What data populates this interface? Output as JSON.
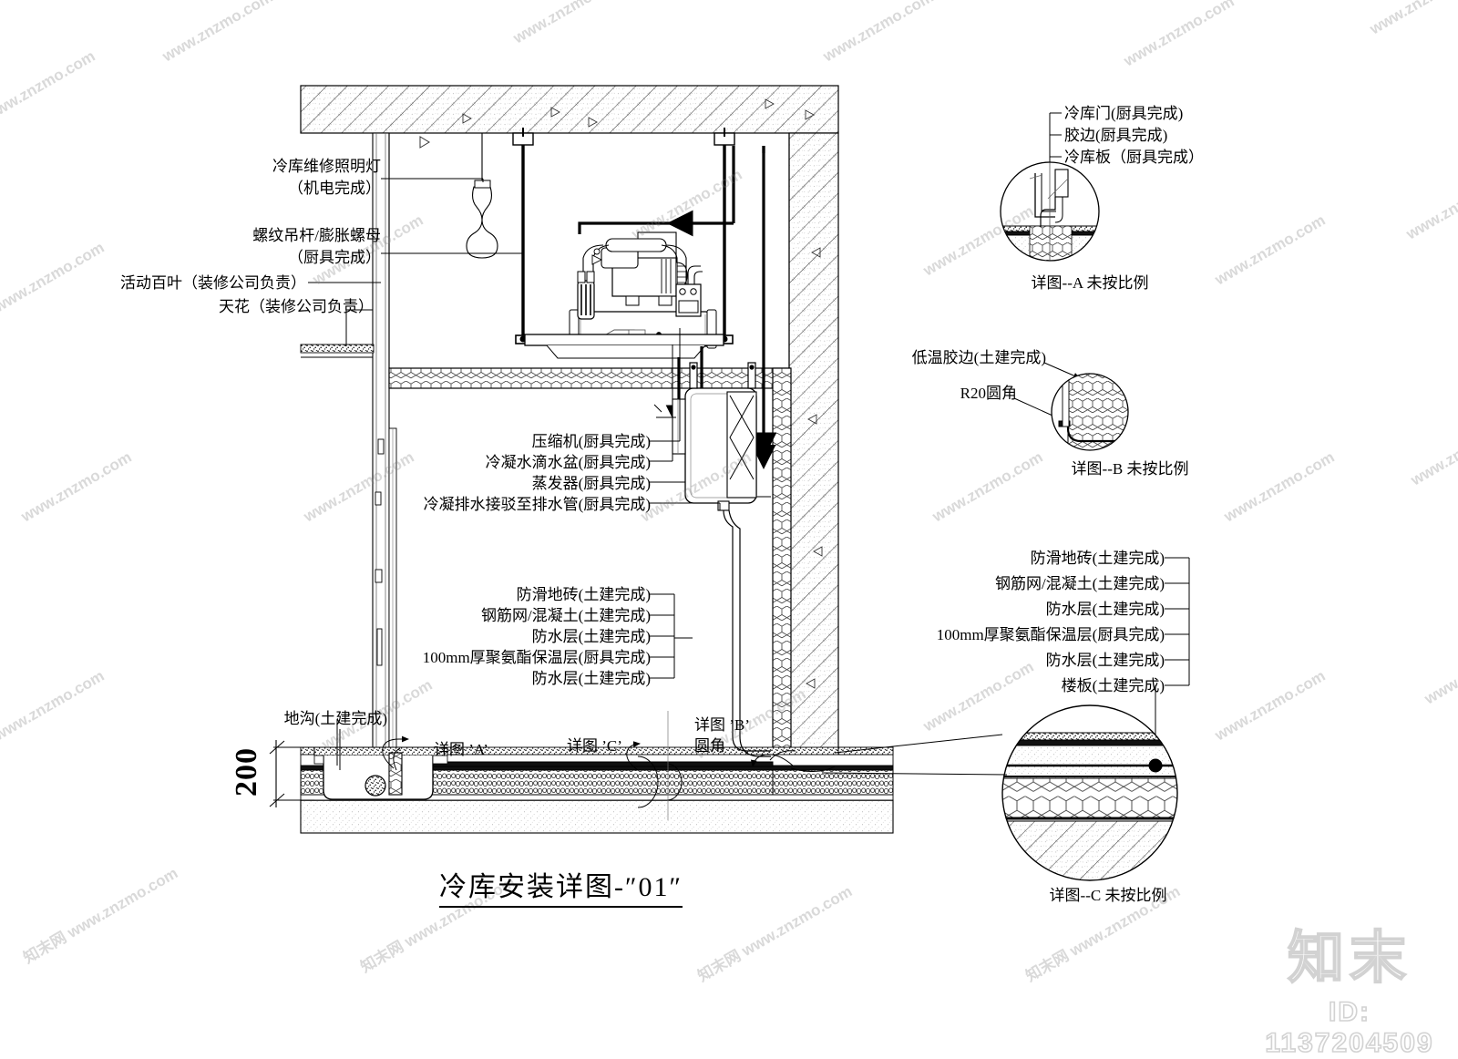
{
  "drawing": {
    "title": "冷库安装详图-″01″",
    "dimension_200": "200"
  },
  "left_labels": [
    {
      "id": "maintenance-light",
      "lines": [
        "冷库维修照明灯",
        "（机电完成）"
      ]
    },
    {
      "id": "threaded-rod",
      "lines": [
        "螺纹吊杆/膨胀螺母",
        "（厨具完成）"
      ]
    },
    {
      "id": "louver",
      "lines": [
        "活动百叶（装修公司负责）"
      ]
    },
    {
      "id": "ceiling",
      "lines": [
        "天花（装修公司负责）"
      ]
    },
    {
      "id": "floor-trench",
      "lines": [
        "地沟(土建完成)"
      ]
    }
  ],
  "equipment_labels": [
    {
      "id": "compressor",
      "text": "压缩机(厨具完成)"
    },
    {
      "id": "condensate-pan",
      "text": "冷凝水滴水盆(厨具完成)"
    },
    {
      "id": "evaporator",
      "text": "蒸发器(厨具完成)"
    },
    {
      "id": "condensate-drain",
      "text": "冷凝排水接驳至排水管(厨具完成)"
    }
  ],
  "floor_labels_left": [
    {
      "id": "anti-slip-tile",
      "text": "防滑地砖(土建完成)"
    },
    {
      "id": "rebar-concrete",
      "text": "钢筋网/混凝土(土建完成)"
    },
    {
      "id": "waterproof-upper",
      "text": "防水层(土建完成)"
    },
    {
      "id": "pu-insulation",
      "text": "100mm厚聚氨酯保温层(厨具完成)"
    },
    {
      "id": "waterproof-lower",
      "text": "防水层(土建完成)"
    }
  ],
  "floor_labels_right": [
    {
      "id": "anti-slip-tile",
      "text": "防滑地砖(土建完成)"
    },
    {
      "id": "rebar-concrete",
      "text": "钢筋网/混凝土(土建完成)"
    },
    {
      "id": "waterproof-upper",
      "text": "防水层(土建完成)"
    },
    {
      "id": "pu-insulation",
      "text": "100mm厚聚氨酯保温层(厨具完成)"
    },
    {
      "id": "waterproof-lower",
      "text": "防水层(土建完成)"
    },
    {
      "id": "floor-slab",
      "text": "楼板(土建完成)"
    }
  ],
  "detail_a": {
    "labels": [
      {
        "id": "cold-room-door",
        "text": "冷库门(厨具完成)"
      },
      {
        "id": "rubber-edge",
        "text": "胶边(厨具完成)"
      },
      {
        "id": "cold-room-panel",
        "text": "冷库板（厨具完成）"
      }
    ],
    "caption": "详图--A  未按比例"
  },
  "detail_b": {
    "labels": [
      {
        "id": "low-temp-sealant",
        "text": "低温胶边(土建完成)"
      },
      {
        "id": "r20-fillet",
        "text": "R20圆角"
      }
    ],
    "caption": "详图--B  未按比例"
  },
  "detail_c": {
    "caption": "详图--C  未按比例"
  },
  "callouts": [
    {
      "id": "detail-a-callout",
      "text": "详图 ’A’"
    },
    {
      "id": "detail-c-callout",
      "text": "详图 ’C’"
    },
    {
      "id": "detail-b-callout-line1",
      "text": "详图 ’B’"
    },
    {
      "id": "detail-b-callout-line2",
      "text": "圆角"
    }
  ],
  "watermark": {
    "tiles": [
      "www.znzmo.com",
      "www.znzmo.com",
      "www.znzmo.com",
      "www.znzmo.com",
      "www.znzmo.com",
      "www.znzmo.com",
      "www.znzmo.com",
      "www.znzmo.com",
      "www.znzmo.com",
      "www.znzmo.com",
      "www.znzmo.com",
      "www.znzmo.com",
      "www.znzmo.com",
      "www.znzmo.com",
      "www.znzmo.com",
      "www.znzmo.com",
      "www.znzmo.com",
      "www.znzmo.com",
      "www.znzmo.com",
      "www.znzmo.com",
      "www.znzmo.com",
      "www.znzmo.com",
      "www.znzmo.com",
      "www.znzmo.com",
      "知末网 www.znzmo.com",
      "知末网 www.znzmo.com",
      "知末网 www.znzmo.com",
      "知末网 www.znzmo.com"
    ],
    "brand": "知末",
    "id_text": "ID: 1137204509"
  },
  "colors": {
    "line": "#000000",
    "thin": "#555555",
    "concrete_fill": "#f2f2f2",
    "insulation_fill": "#ffffff",
    "watermark": "#8a8a8a"
  }
}
